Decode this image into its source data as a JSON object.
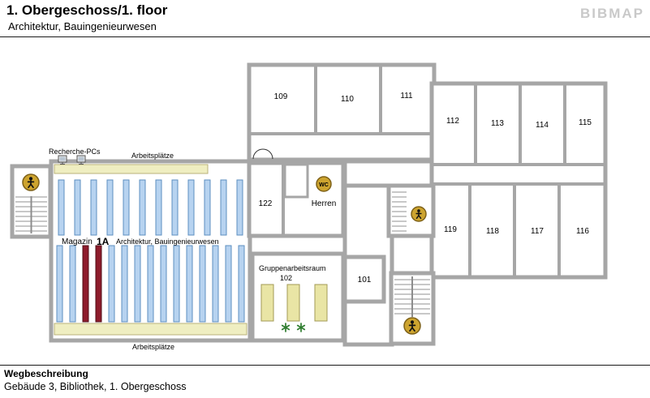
{
  "header": {
    "title": "1. Obergeschoss/1. floor",
    "subtitle": "Architektur, Bauingenieurwesen",
    "logo": "BIBMAP"
  },
  "footer": {
    "heading": "Wegbeschreibung",
    "text": "Gebäude 3, Bibliothek, 1. Obergeschoss"
  },
  "plan": {
    "labels": {
      "recherche_pcs": "Recherche-PCs",
      "arbeitsplaetze": "Arbeitsplätze",
      "magazin": "Magazin",
      "area_code": "1A",
      "area_subject": "Architektur, Bauingenieurwesen",
      "herren": "Herren",
      "wc": "WC",
      "gruppenarbeitsraum": "Gruppenarbeitsraum"
    },
    "rooms": {
      "r101": "101",
      "r102": "102",
      "r109": "109",
      "r110": "110",
      "r111": "111",
      "r112": "112",
      "r113": "113",
      "r114": "114",
      "r115": "115",
      "r116": "116",
      "r117": "117",
      "r118": "118",
      "r119": "119",
      "r122": "122"
    },
    "colors": {
      "wall_gray": "#a6a6a6",
      "shelf_blue": "#b7d3f0",
      "shelf_border": "#5e8fc0",
      "shelf_red": "#8e1c2c",
      "shelf_red_border": "#531018",
      "desk_yellow": "#efeec1",
      "desk_border": "#b8b27a",
      "table_yellow": "#e9e5a5",
      "table_border": "#a29a55",
      "icon_gold": "#cda42f",
      "icon_gold_border": "#7e6118",
      "plant_green": "#2f7d2f"
    }
  }
}
